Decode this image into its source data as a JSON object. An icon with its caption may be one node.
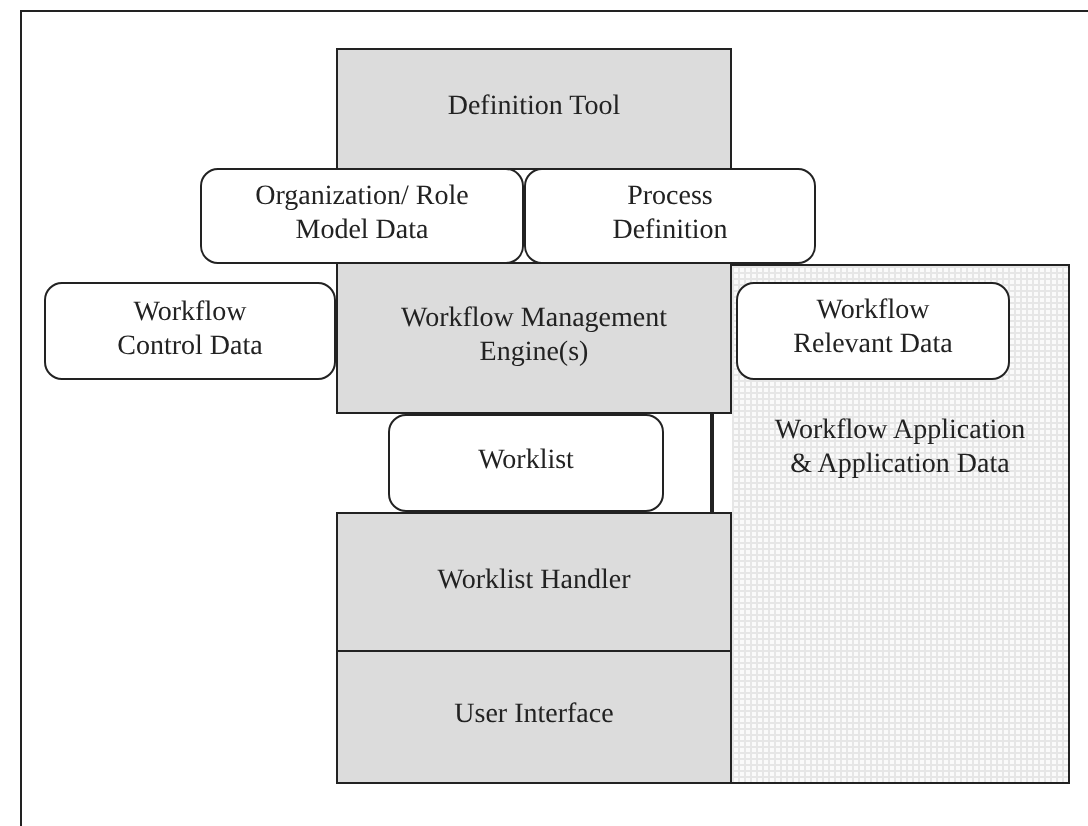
{
  "diagram": {
    "nodes": [
      {
        "text": [
          "Workflow Application & Application Data"
        ]
      },
      {
        "text": [
          "Definition Tool"
        ]
      },
      {
        "text": [
          "Workflow Management Engine(s)"
        ]
      },
      {
        "text": [
          "Organization/ Role Model Data"
        ]
      },
      {
        "text": [
          "Process Definition"
        ]
      },
      {
        "text": [
          "Workflow Control Data"
        ]
      },
      {
        "text": [
          "Workflow Relevant Data"
        ],
        "in": 0
      },
      {
        "text": [
          "Worklist"
        ]
      },
      {
        "text": [
          "Worklist Handler"
        ]
      },
      {
        "text": [
          "User Interface"
        ]
      }
    ]
  }
}
